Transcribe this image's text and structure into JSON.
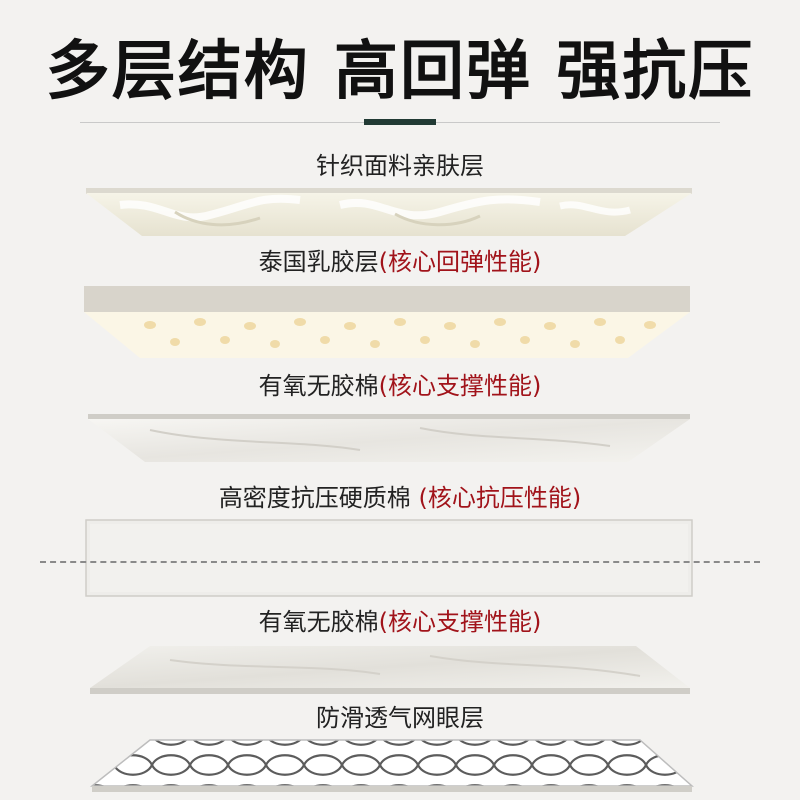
{
  "headline": "多层结构 高回弹 强抗压",
  "layers": [
    {
      "name": "针织面料亲肤层",
      "note": ""
    },
    {
      "name": "泰国乳胶层",
      "note": "(核心回弹性能)"
    },
    {
      "name": "有氧无胶棉",
      "note": "(核心支撑性能)"
    },
    {
      "name": "高密度抗压硬质棉 ",
      "note": "(核心抗压性能)"
    },
    {
      "name": "有氧无胶棉",
      "note": "(核心支撑性能)"
    },
    {
      "name": "防滑透气网眼层",
      "note": ""
    }
  ],
  "colors": {
    "background": "#f3f2f0",
    "headline": "#111111",
    "accent_bar": "#213a34",
    "highlight_text": "#a1131a"
  }
}
